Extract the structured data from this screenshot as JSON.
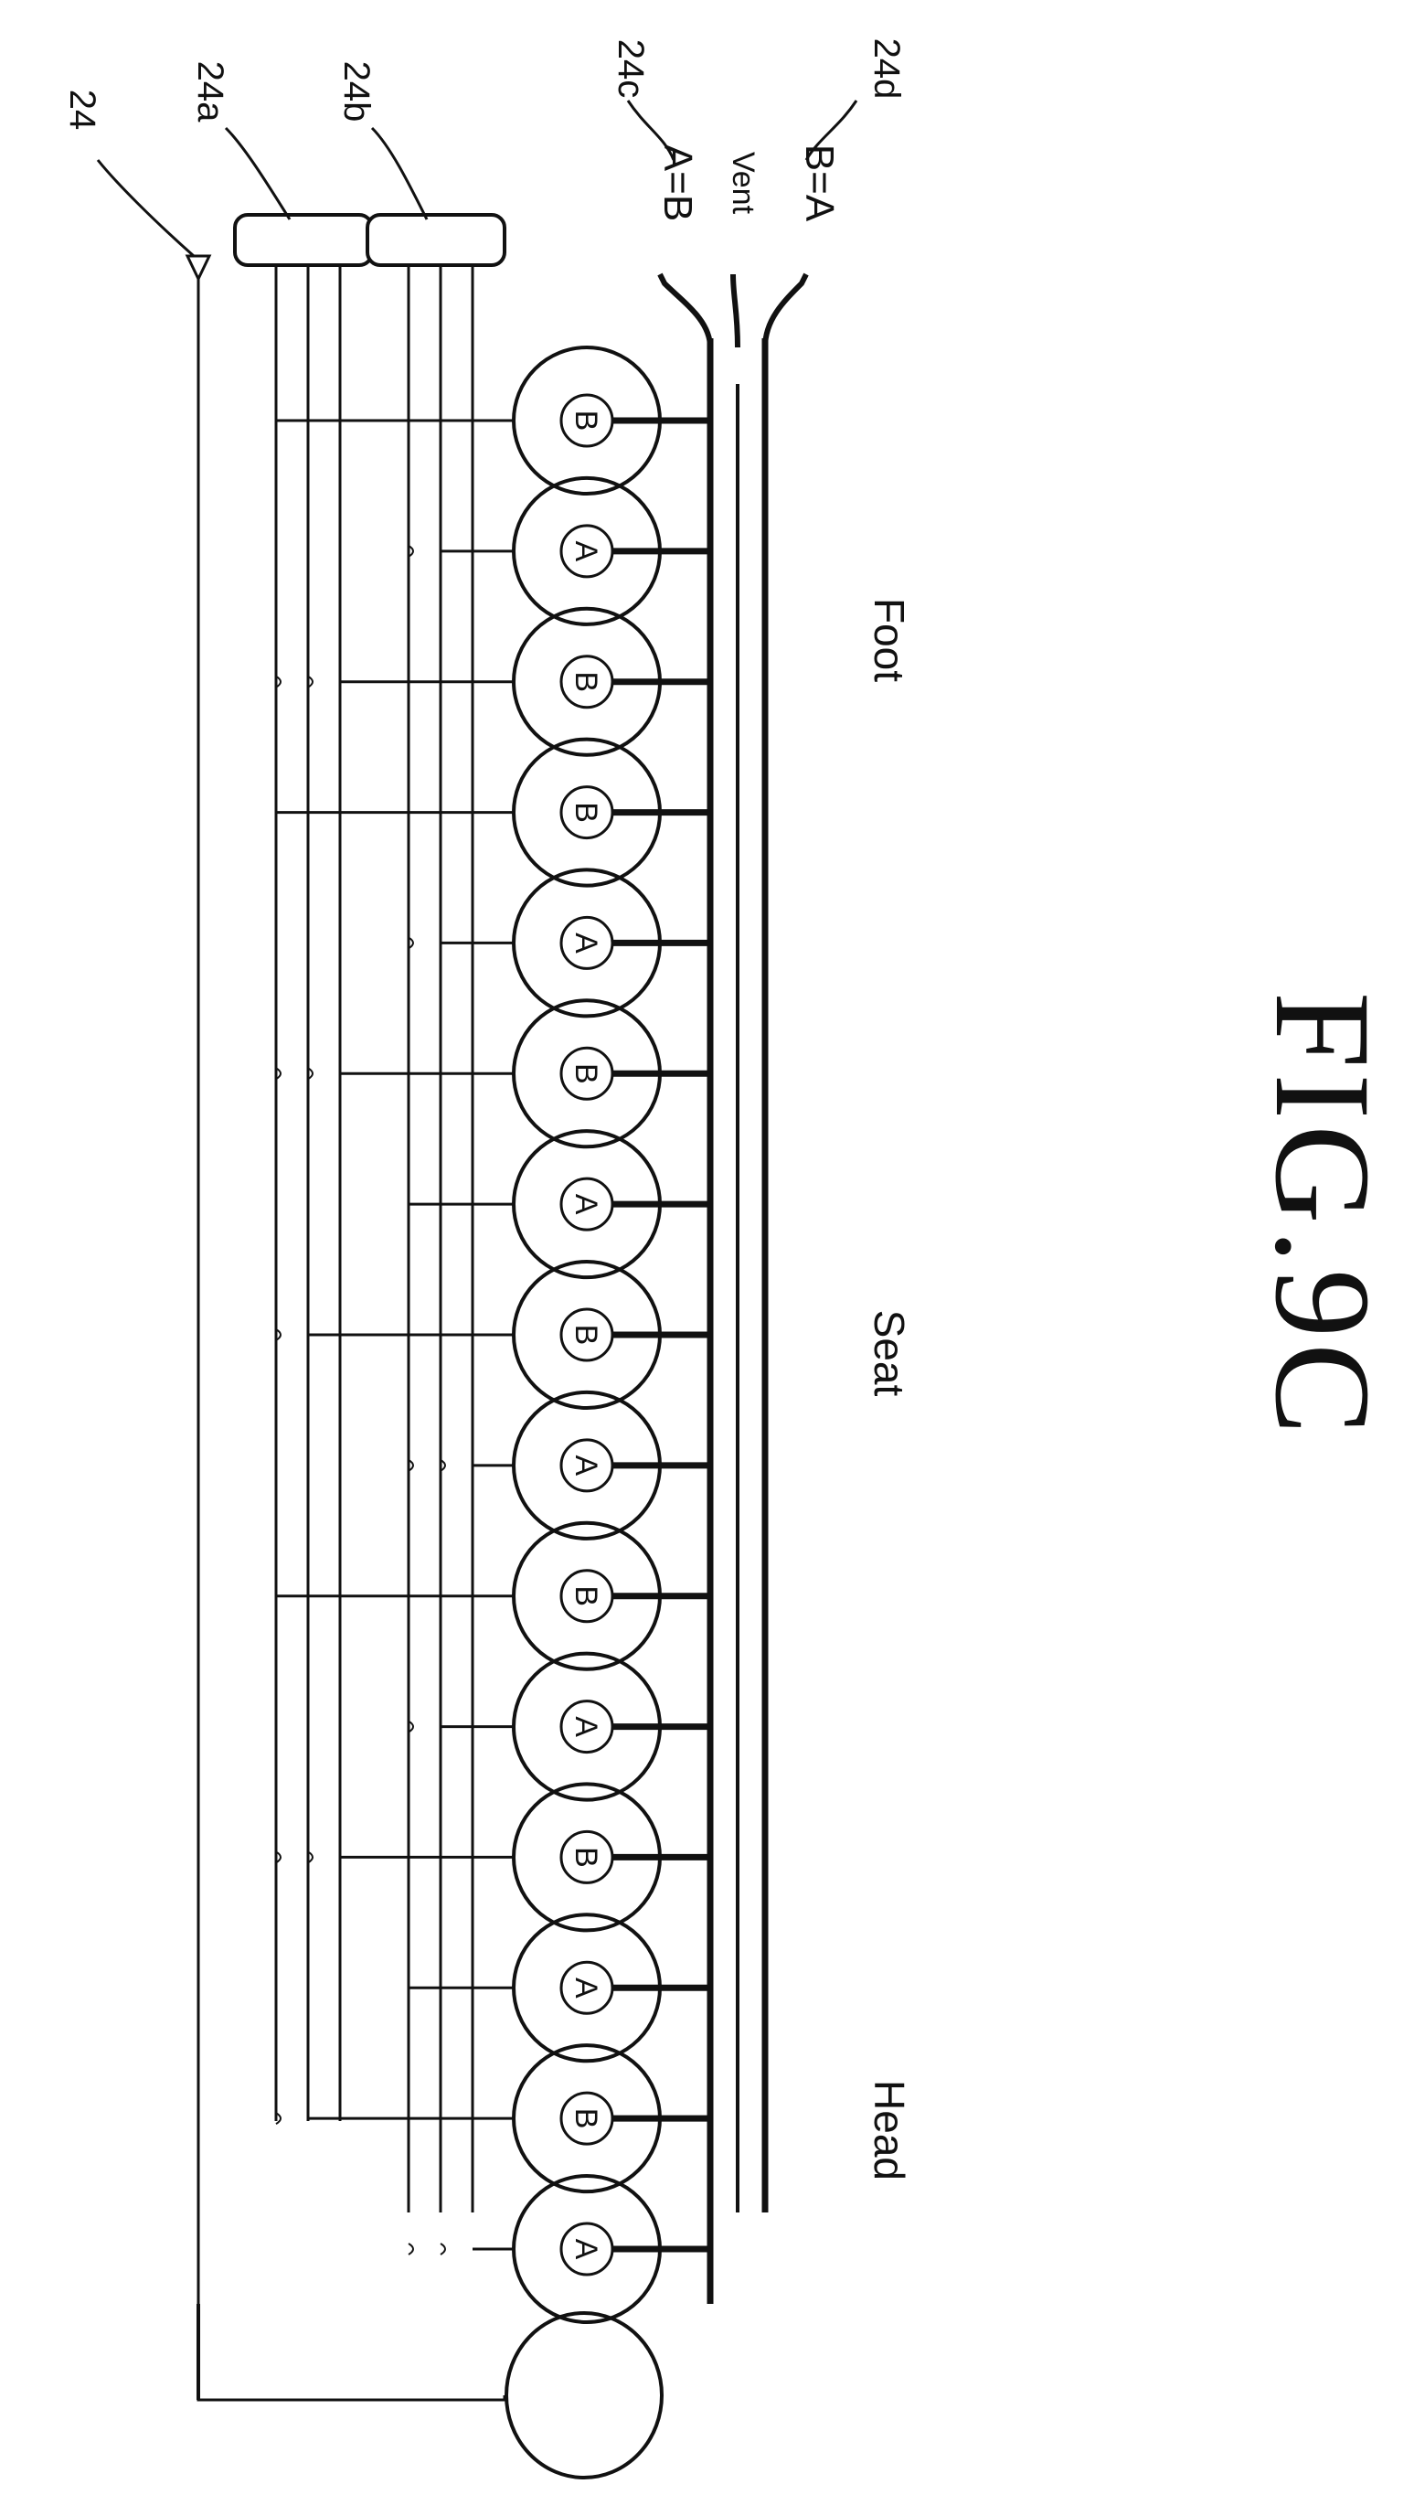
{
  "figure": {
    "label": "FIG.9C"
  },
  "references": {
    "r24": "24",
    "r24a": "24a",
    "r24b": "24b",
    "r24c": "24c",
    "r24d": "24d"
  },
  "ports": {
    "left": "A=B",
    "middle": "Vent",
    "right": "B=A"
  },
  "zones": {
    "head": "Head",
    "seat": "Seat",
    "foot": "Foot"
  },
  "cells": [
    "A",
    "B",
    "A",
    "B",
    "A",
    "B",
    "A",
    "B",
    "A",
    "B",
    "A",
    "B",
    "B",
    "A",
    "B"
  ]
}
